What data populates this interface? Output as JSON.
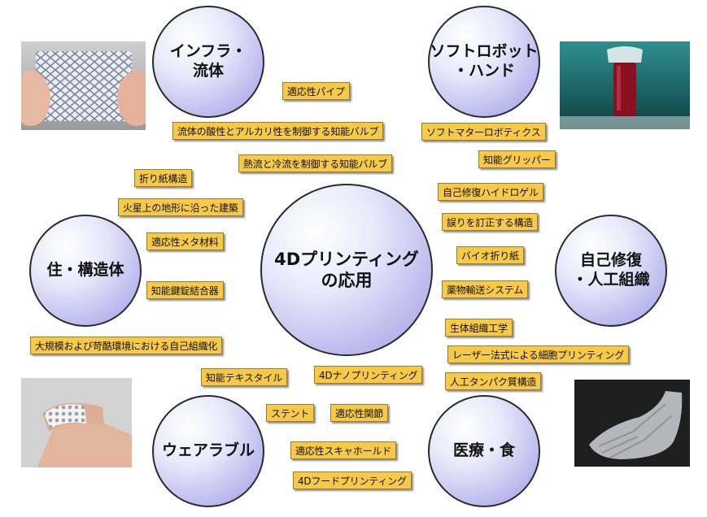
{
  "circles": {
    "infra": "インフラ・\n流体",
    "softrobot": "ソフトロボット\n・ハンド",
    "center": "4Dプリンティング\nの応用",
    "housing": "住・構造体",
    "selfrepair": "自己修復\n・人工組織",
    "wearable": "ウェアラブル",
    "medical": "医療・食"
  },
  "tags": {
    "t1": "適応性パイプ",
    "t2": "流体の酸性とアルカリ性を制御する知能バルブ",
    "t3": "ソフトマターロボティクス",
    "t4": "知能グリッパー",
    "t5": "熱流と冷流を制御する知能バルブ",
    "t6": "折り紙構造",
    "t7": "自己修復ハイドロゲル",
    "t8": "火星上の地形に沿った建築",
    "t9": "誤りを訂正する構造",
    "t10": "適応性メタ材料",
    "t11": "バイオ折り紙",
    "t12": "知能鍵錠結合器",
    "t13": "薬物輸送システム",
    "t14": "生体組織工学",
    "t15": "大規模および苛酷環境における自己組織化",
    "t16": "レーザー法式による細胞プリンティング",
    "t17": "4Dナノプリンティング",
    "t18": "知能テキスタイル",
    "t19": "人工タンパク質構造",
    "t20": "ステント",
    "t21": "適応性関節",
    "t22": "適応性スキャホールド",
    "t23": "4Dフードプリンティング"
  }
}
